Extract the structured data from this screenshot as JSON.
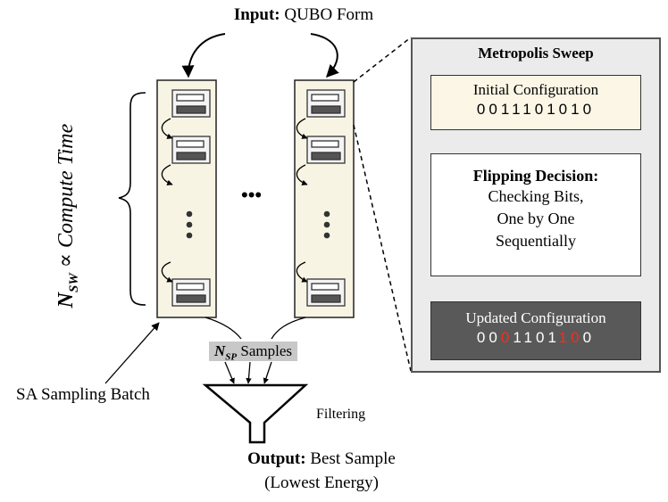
{
  "input": {
    "label": "Input:",
    "text": " QUBO Form"
  },
  "output": {
    "label": "Output:",
    "text": " Best Sample",
    "line2": "(Lowest Energy)"
  },
  "y_axis": {
    "symbol": "N",
    "sub": "SW",
    "rest": " ∝ Compute Time"
  },
  "samples": {
    "symbol": "N",
    "sub": "SP",
    "rest": " Samples"
  },
  "batch_label": "SA Sampling Batch",
  "filter_label": "Filtering",
  "ellipsis_between": "•••",
  "metropolis": {
    "title": "Metropolis Sweep",
    "initial_label": "Initial Configuration",
    "initial_bits": [
      "0",
      "0",
      "1",
      "1",
      "1",
      "0",
      "1",
      "0",
      "1",
      "0"
    ],
    "flip_heading": "Flipping Decision:",
    "flip_lines": [
      "Checking Bits,",
      "One by One",
      "Sequentially"
    ],
    "updated_label": "Updated Configuration",
    "updated_bits": [
      "0",
      "0",
      "0",
      "1",
      "1",
      "0",
      "1",
      "1",
      "0",
      "0"
    ],
    "flipped_indices": [
      2,
      7,
      8
    ]
  },
  "colors": {
    "column_fill": "#f8f4e4",
    "panel_fill": "#ebebeb",
    "updated_fill": "#595959",
    "flipped_bit": "#ff2a1a",
    "samples_highlight": "#c8c8c8"
  }
}
